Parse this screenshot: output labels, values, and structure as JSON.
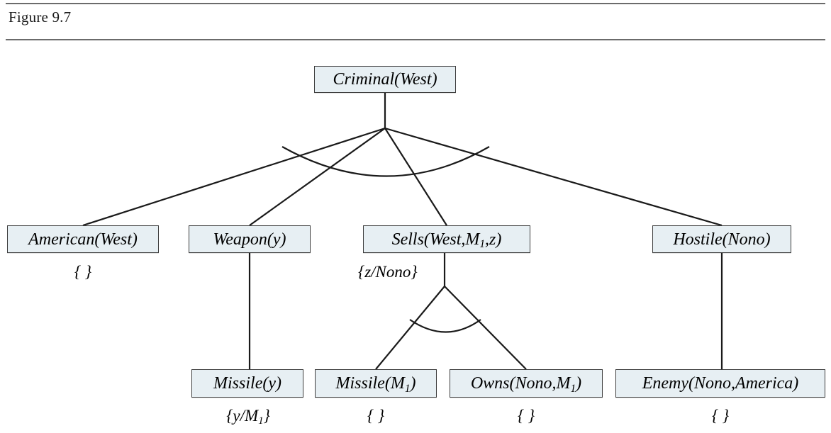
{
  "figure": {
    "caption": "Figure 9.7"
  },
  "colors": {
    "node_fill": "#e7eff3",
    "node_border": "#3c3c3c",
    "edge": "#1a1a1a",
    "rule": "#6b6b6b",
    "text": "#000000",
    "page_background": "#ffffff"
  },
  "graph": {
    "type": "and-or-proof-tree",
    "root": {
      "id": "criminal-west",
      "label": "Criminal(West)",
      "parts": [
        {
          "text": "Criminal(West)"
        }
      ]
    },
    "level2": [
      {
        "id": "american-west",
        "label": "American(West)",
        "parts": [
          {
            "text": "American(West)"
          }
        ],
        "substitution": "{ }",
        "substitution_parts": [
          {
            "text": "{ }"
          }
        ]
      },
      {
        "id": "weapon-y",
        "label": "Weapon(y)",
        "parts": [
          {
            "text": "Weapon(y)"
          }
        ],
        "substitution": "",
        "substitution_parts": []
      },
      {
        "id": "sells-west-m1-z",
        "label": "Sells(West,M1,z)",
        "parts": [
          {
            "text": "Sells(West,M"
          },
          {
            "text": "1",
            "sub": true
          },
          {
            "text": ",z)"
          }
        ],
        "substitution": "{z/Nono}",
        "substitution_parts": [
          {
            "text": "{z/Nono}"
          }
        ]
      },
      {
        "id": "hostile-nono",
        "label": "Hostile(Nono)",
        "parts": [
          {
            "text": "Hostile(Nono)"
          }
        ],
        "substitution": "",
        "substitution_parts": []
      }
    ],
    "level3": [
      {
        "id": "missile-y",
        "label": "Missile(y)",
        "parts": [
          {
            "text": "Missile(y)"
          }
        ],
        "substitution": "{y/M1}",
        "substitution_parts": [
          {
            "text": "{y/M"
          },
          {
            "text": "1",
            "sub": true
          },
          {
            "text": "}"
          }
        ]
      },
      {
        "id": "missile-m1",
        "label": "Missile(M1)",
        "parts": [
          {
            "text": "Missile(M"
          },
          {
            "text": "1",
            "sub": true
          },
          {
            "text": ")"
          }
        ],
        "substitution": "{ }",
        "substitution_parts": [
          {
            "text": "{ }"
          }
        ]
      },
      {
        "id": "owns-nono-m1",
        "label": "Owns(Nono,M1)",
        "parts": [
          {
            "text": "Owns(Nono,M"
          },
          {
            "text": "1",
            "sub": true
          },
          {
            "text": ")"
          }
        ],
        "substitution": "{ }",
        "substitution_parts": [
          {
            "text": "{ }"
          }
        ]
      },
      {
        "id": "enemy-nono-america",
        "label": "Enemy(Nono,America)",
        "parts": [
          {
            "text": "Enemy(Nono,America)"
          }
        ],
        "substitution": "{ }",
        "substitution_parts": [
          {
            "text": "{ }"
          }
        ]
      }
    ],
    "edges": [
      {
        "from": "criminal-west",
        "to": "american-west",
        "connective": "and"
      },
      {
        "from": "criminal-west",
        "to": "weapon-y",
        "connective": "and"
      },
      {
        "from": "criminal-west",
        "to": "sells-west-m1-z",
        "connective": "and"
      },
      {
        "from": "criminal-west",
        "to": "hostile-nono",
        "connective": "and"
      },
      {
        "from": "weapon-y",
        "to": "missile-y",
        "connective": "single"
      },
      {
        "from": "sells-west-m1-z",
        "to": "missile-m1",
        "connective": "and"
      },
      {
        "from": "sells-west-m1-z",
        "to": "owns-nono-m1",
        "connective": "and"
      },
      {
        "from": "hostile-nono",
        "to": "enemy-nono-america",
        "connective": "single"
      }
    ]
  }
}
